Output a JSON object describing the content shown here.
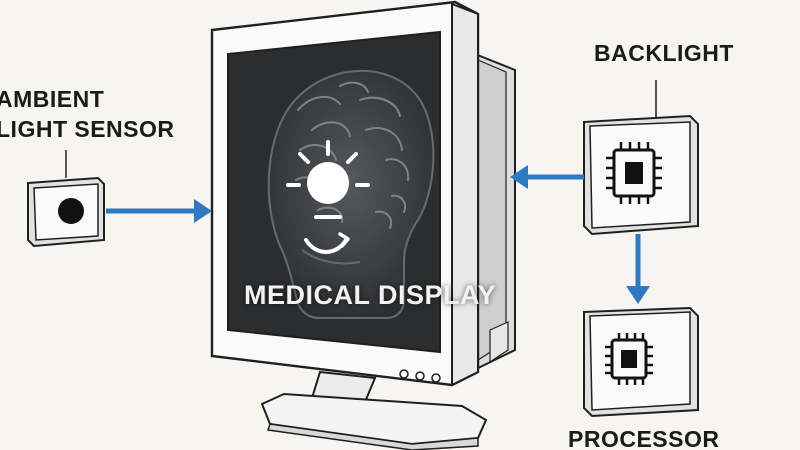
{
  "labels": {
    "ambient_line1": "AMBIENT",
    "ambient_line2": "LIGHT SENSOR",
    "backlight": "BACKLIGHT",
    "processor": "PROCESSOR",
    "display": "MEDICAL DISPLAY"
  },
  "colors": {
    "arrow": "#2f78c4",
    "background": "#f6f5f1",
    "screen": "#2b2d2f",
    "outline": "#1f1f1f"
  },
  "icons": [
    "sensor-icon",
    "sun-icon",
    "brain-scan-icon",
    "chip-icon"
  ]
}
